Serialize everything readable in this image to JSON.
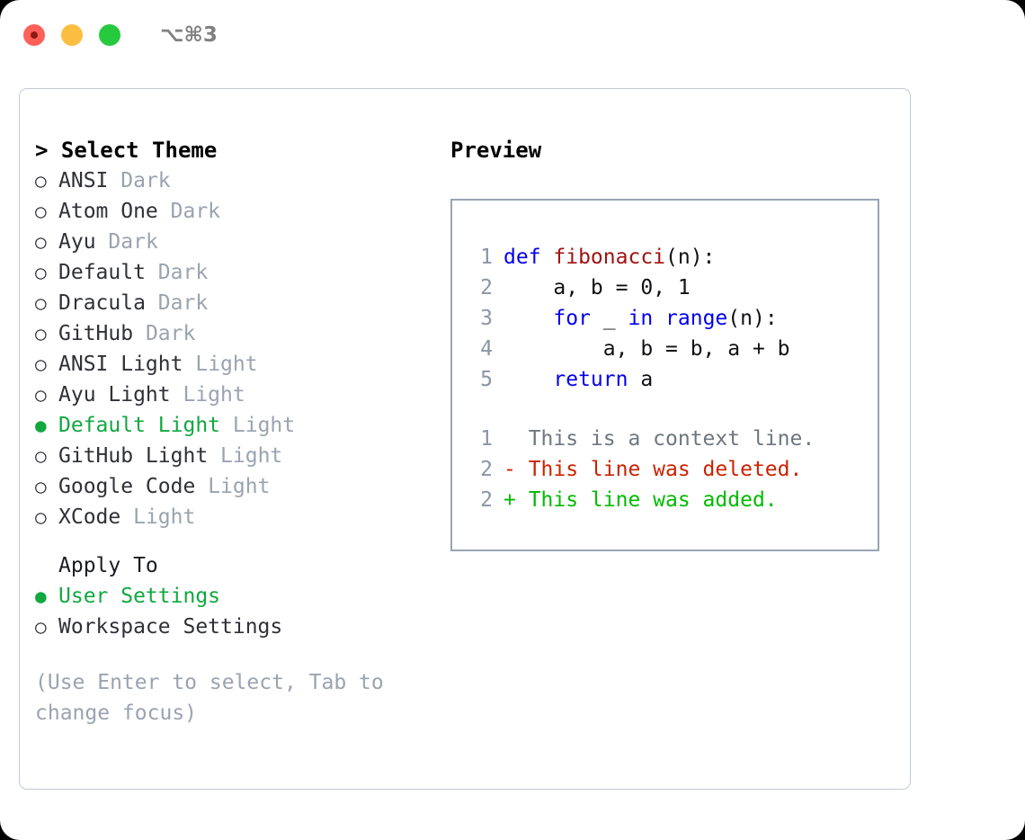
{
  "window": {
    "shortcut": "⌥⌘3",
    "traffic_lights": [
      {
        "name": "close",
        "color": "#ff6159"
      },
      {
        "name": "minimize",
        "color": "#fcbe40"
      },
      {
        "name": "zoom",
        "color": "#27c93f"
      }
    ]
  },
  "colors": {
    "selected_green": "#11a840",
    "muted_gray": "#9aa3b0",
    "text": "#2f3136",
    "keyword_blue": "#0000ee",
    "function_red": "#a11212",
    "diff_add_green": "#00bb00",
    "diff_del_red": "#cc2200",
    "line_number": "#8a95a5",
    "panel_border": "#c3c9d2",
    "preview_border": "#9aa5b4"
  },
  "left": {
    "title": "> Select Theme",
    "themes": [
      {
        "bullet": "○",
        "name": "ANSI",
        "variant": "Dark",
        "selected": false
      },
      {
        "bullet": "○",
        "name": "Atom One",
        "variant": "Dark",
        "selected": false
      },
      {
        "bullet": "○",
        "name": "Ayu",
        "variant": "Dark",
        "selected": false
      },
      {
        "bullet": "○",
        "name": "Default",
        "variant": "Dark",
        "selected": false
      },
      {
        "bullet": "○",
        "name": "Dracula",
        "variant": "Dark",
        "selected": false
      },
      {
        "bullet": "○",
        "name": "GitHub",
        "variant": "Dark",
        "selected": false
      },
      {
        "bullet": "○",
        "name": "ANSI Light",
        "variant": "Light",
        "selected": false
      },
      {
        "bullet": "○",
        "name": "Ayu Light",
        "variant": "Light",
        "selected": false
      },
      {
        "bullet": "●",
        "name": "Default Light",
        "variant": "Light",
        "selected": true
      },
      {
        "bullet": "○",
        "name": "GitHub Light",
        "variant": "Light",
        "selected": false
      },
      {
        "bullet": "○",
        "name": "Google Code",
        "variant": "Light",
        "selected": false
      },
      {
        "bullet": "○",
        "name": "XCode",
        "variant": "Light",
        "selected": false
      }
    ],
    "apply_to": {
      "title": "Apply To",
      "options": [
        {
          "bullet": "●",
          "name": "User Settings",
          "selected": true
        },
        {
          "bullet": "○",
          "name": "Workspace Settings",
          "selected": false
        }
      ]
    },
    "hint": "(Use Enter to select, Tab to\nchange focus)"
  },
  "right": {
    "preview_label": "Preview",
    "code_lines": [
      {
        "lineno": "1",
        "tokens": [
          {
            "text": "def ",
            "type": "kw"
          },
          {
            "text": "fibonacci",
            "type": "fn"
          },
          {
            "text": "(n):",
            "type": "plain"
          }
        ]
      },
      {
        "lineno": "2",
        "tokens": [
          {
            "text": "    a, b = 0, 1",
            "type": "plain"
          }
        ]
      },
      {
        "lineno": "3",
        "tokens": [
          {
            "text": "    ",
            "type": "plain"
          },
          {
            "text": "for",
            "type": "kw"
          },
          {
            "text": " _ ",
            "type": "plain"
          },
          {
            "text": "in",
            "type": "kw"
          },
          {
            "text": " ",
            "type": "plain"
          },
          {
            "text": "range",
            "type": "kw"
          },
          {
            "text": "(n):",
            "type": "plain"
          }
        ]
      },
      {
        "lineno": "4",
        "tokens": [
          {
            "text": "        a, b = b, a + b",
            "type": "plain"
          }
        ]
      },
      {
        "lineno": "5",
        "tokens": [
          {
            "text": "    ",
            "type": "plain"
          },
          {
            "text": "return",
            "type": "kw"
          },
          {
            "text": " a",
            "type": "plain"
          }
        ]
      }
    ],
    "diff_lines": [
      {
        "lineno": "1",
        "marker": " ",
        "text": "  This is a context line.",
        "type": "ctx"
      },
      {
        "lineno": "2",
        "marker": "-",
        "text": "- This line was deleted.",
        "type": "del"
      },
      {
        "lineno": "2",
        "marker": "+",
        "text": "+ This line was added.",
        "type": "add"
      }
    ]
  }
}
